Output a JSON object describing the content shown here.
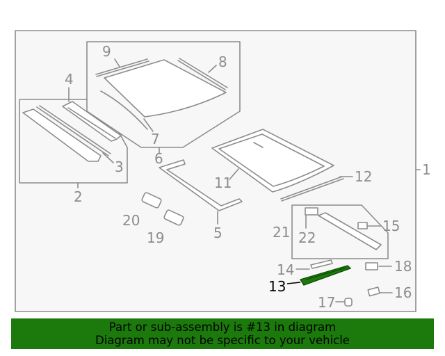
{
  "callouts": {
    "c1": "1",
    "c2": "2",
    "c3": "3",
    "c4": "4",
    "c5": "5",
    "c6": "6",
    "c7": "7",
    "c8": "8",
    "c9": "9",
    "c11": "11",
    "c12": "12",
    "c13": "13",
    "c14": "14",
    "c15": "15",
    "c16": "16",
    "c17": "17",
    "c18": "18",
    "c19": "19",
    "c20": "20",
    "c21": "21",
    "c22": "22"
  },
  "highlighted_part": "13",
  "colors": {
    "line": "#8c8c8c",
    "frame_fill": "#f7f7f7",
    "highlight_part": "#1c7a0c",
    "banner_bg": "#1c7a0c"
  },
  "banner": {
    "line1": "Part or sub-assembly is #13 in diagram",
    "line2": "Diagram may not be specific to your vehicle"
  }
}
